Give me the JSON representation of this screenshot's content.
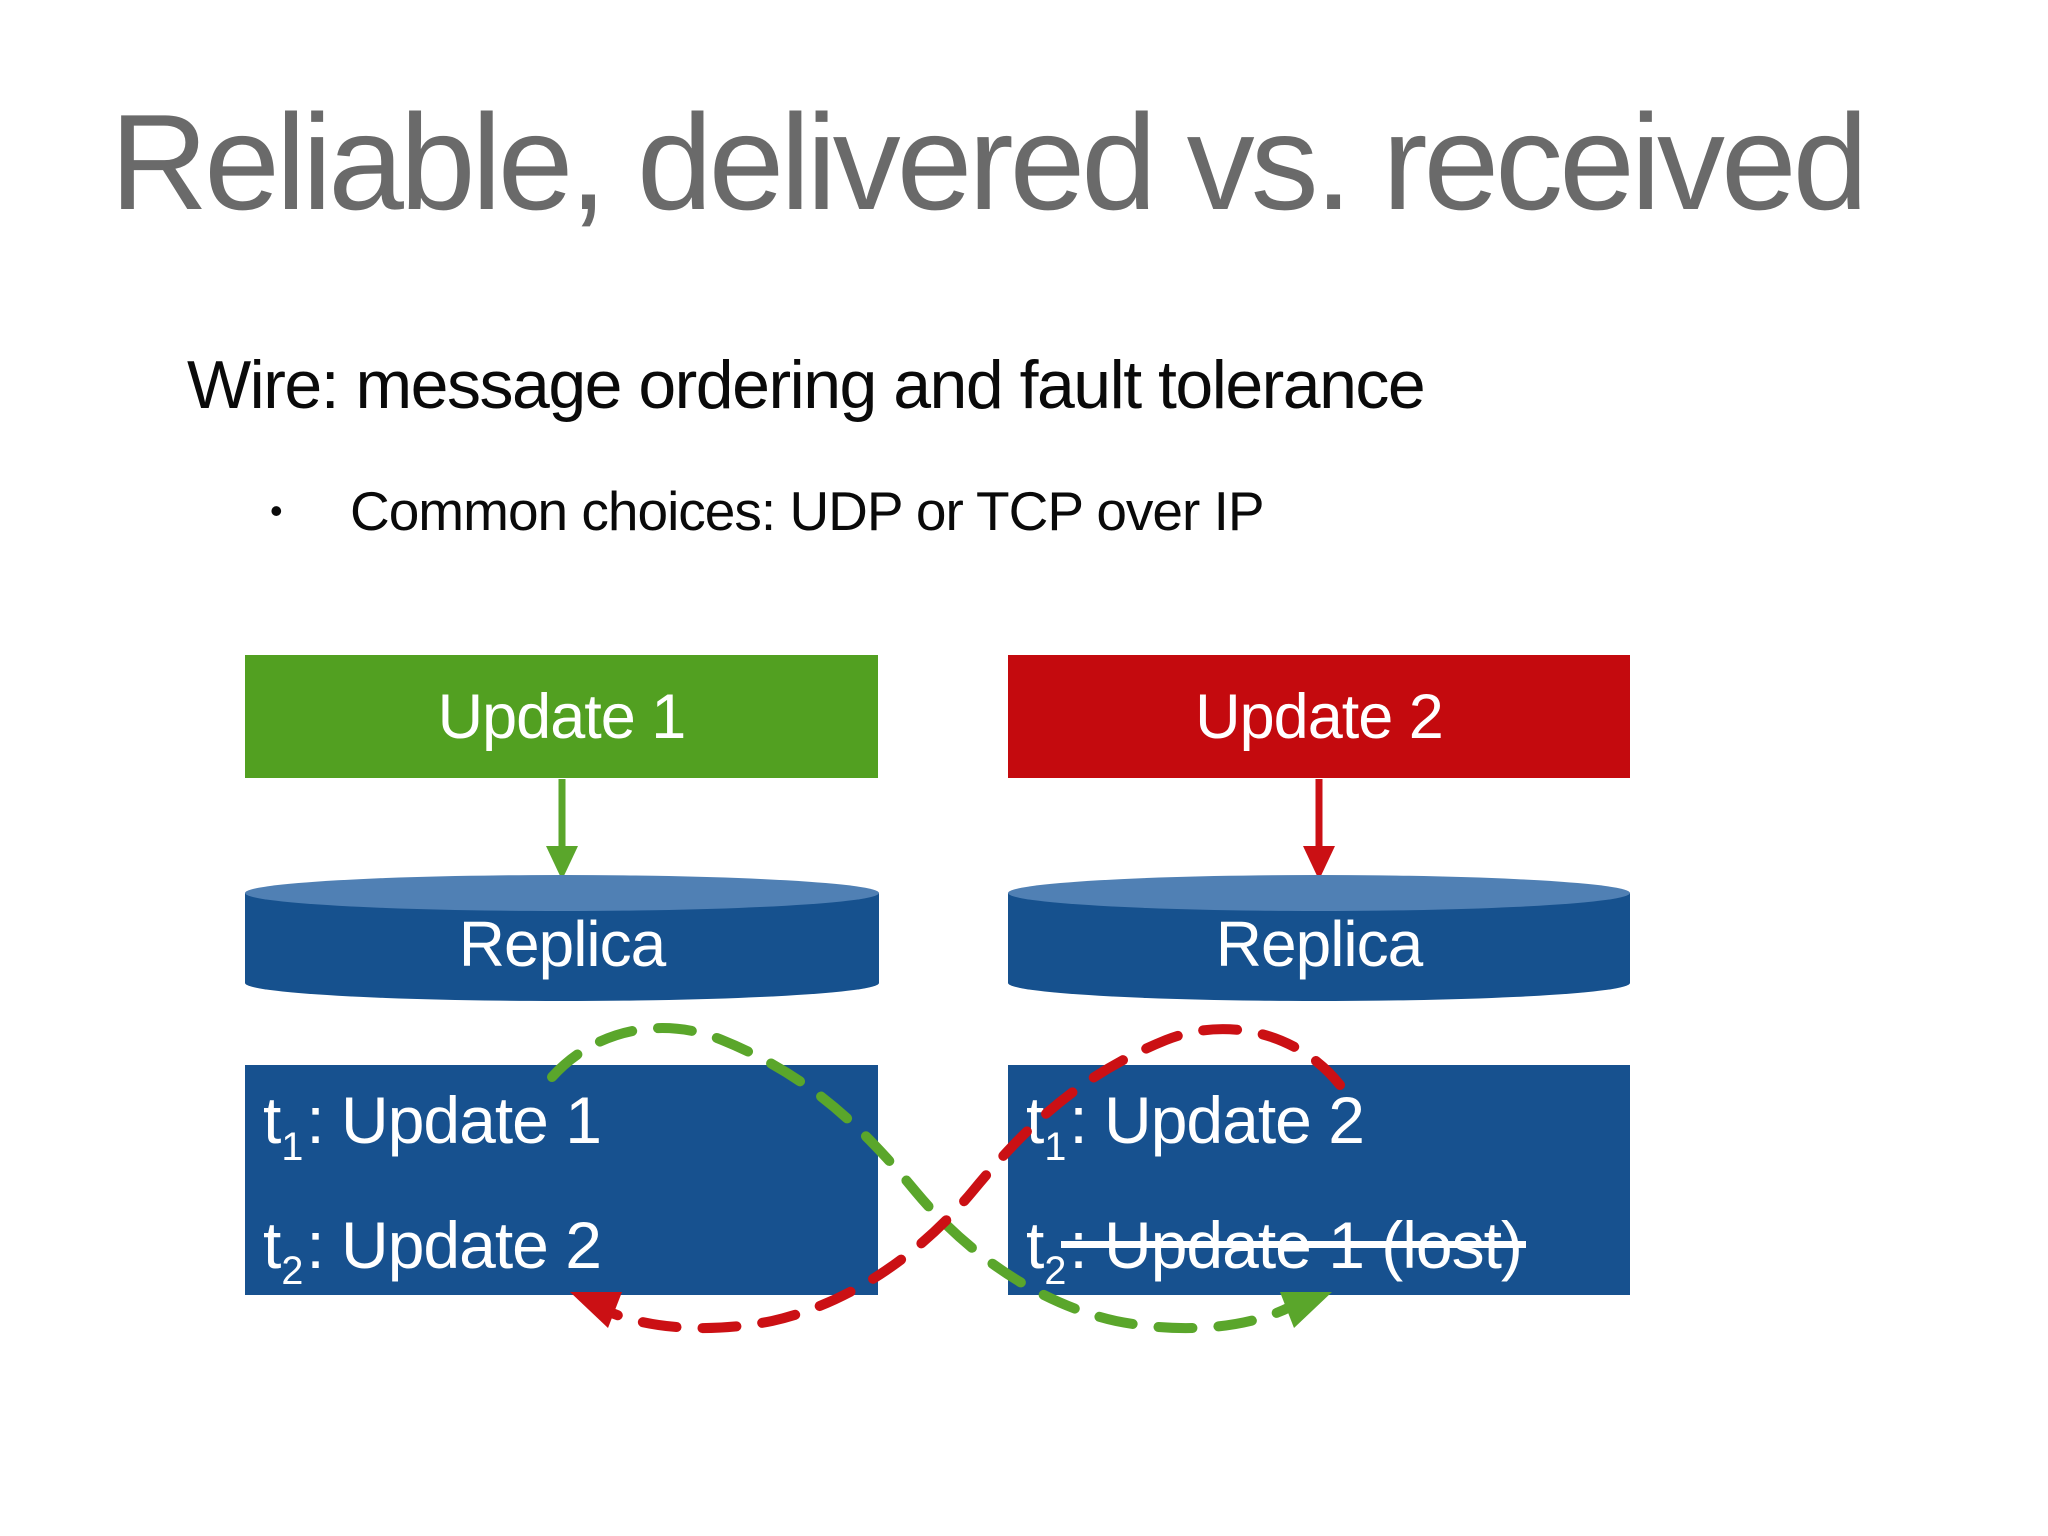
{
  "slide": {
    "title": "Reliable, delivered vs. received",
    "subtitle": "Wire: message ordering and fault tolerance",
    "bullet_glyph": "•",
    "bullet_text": "Common choices: UDP or TCP over IP"
  },
  "diagram": {
    "left_column": {
      "update_box_label": "Update 1",
      "replica_label": "Replica",
      "log_lines": {
        "line1_t": "t",
        "line1_sub": "1",
        "line1_rest": ": Update 1",
        "line2_t": "t",
        "line2_sub": "2",
        "line2_rest": ": Update 2"
      }
    },
    "right_column": {
      "update_box_label": "Update 2",
      "replica_label": "Replica",
      "log_lines": {
        "line1_t": "t",
        "line1_sub": "1",
        "line1_rest": ": Update 2",
        "line2_t": "t",
        "line2_sub": "2",
        "line2_struck": ": Update 1 (lost)"
      }
    },
    "colors": {
      "title_gray": "#6A6A6A",
      "text_black": "#0A0A0A",
      "green": "#52A021",
      "dash_green": "#5AA62B",
      "red": "#C40A0E",
      "dash_red": "#CB1014",
      "box_blue": "#17518F",
      "cylinder_top": "#5080B4",
      "cylinder_body": "#16518E"
    }
  }
}
